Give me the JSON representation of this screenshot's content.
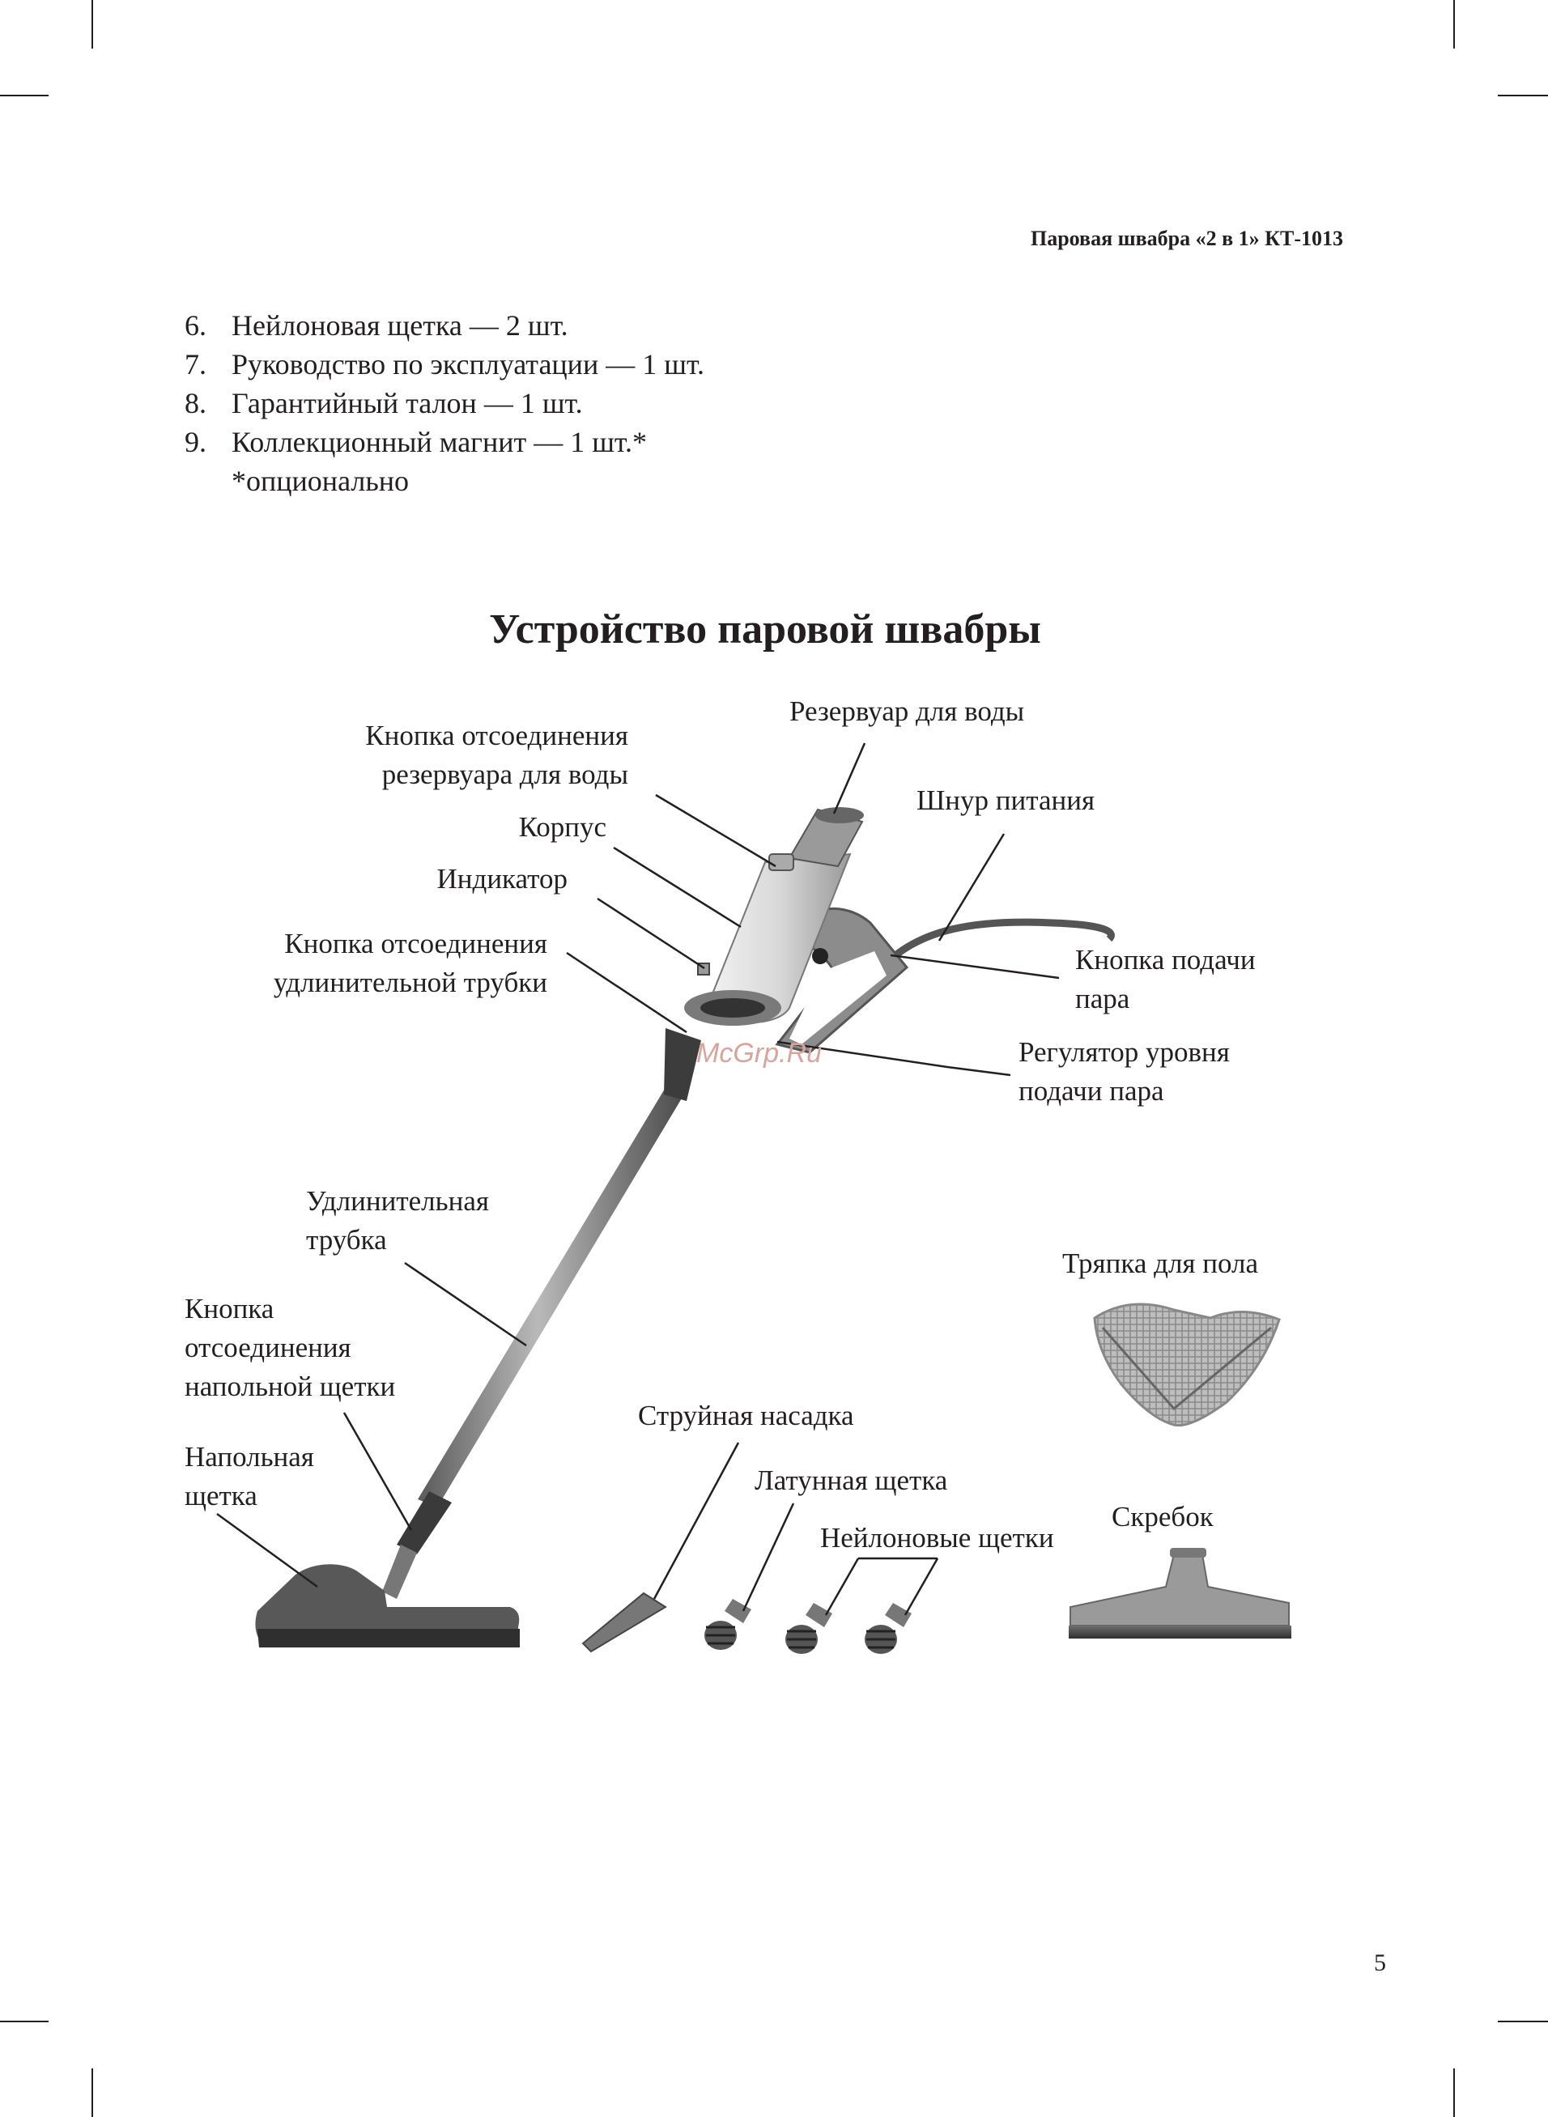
{
  "header": {
    "title": "Паровая швабра «2 в 1» КТ-1013"
  },
  "list": {
    "items": [
      {
        "num": "6.",
        "text": "Нейлоновая щетка — 2 шт."
      },
      {
        "num": "7.",
        "text": "Руководство по эксплуатации — 1 шт."
      },
      {
        "num": "8.",
        "text": "Гарантийный талон — 1 шт."
      },
      {
        "num": "9.",
        "text": "Коллекционный магнит — 1 шт.*"
      }
    ],
    "footnote": "*опционально"
  },
  "section": {
    "heading": "Устройство паровой швабры",
    "labels": {
      "tank_release_button": [
        "Кнопка отсоединения",
        "резервуара для воды"
      ],
      "water_tank": "Резервуар для воды",
      "power_cord": "Шнур питания",
      "body": "Корпус",
      "indicator": "Индикатор",
      "tube_release_button": [
        "Кнопка отсоединения",
        "удлинительной трубки"
      ],
      "steam_button": [
        "Кнопка подачи",
        "пара"
      ],
      "steam_regulator": [
        "Регулятор уровня",
        "подачи пара"
      ],
      "extension_tube": [
        "Удлинительная",
        "трубка"
      ],
      "floor_brush_release": [
        "Кнопка",
        "отсоединения",
        "напольной щетки"
      ],
      "floor_brush": [
        "Напольная",
        "щетка"
      ],
      "jet_nozzle": "Струйная насадка",
      "brass_brush": "Латунная щетка",
      "nylon_brushes": "Нейлоновые щетки",
      "floor_cloth": "Тряпка для пола",
      "scraper": "Скребок"
    }
  },
  "watermark": "McGrp.Ru",
  "page_number": "5"
}
